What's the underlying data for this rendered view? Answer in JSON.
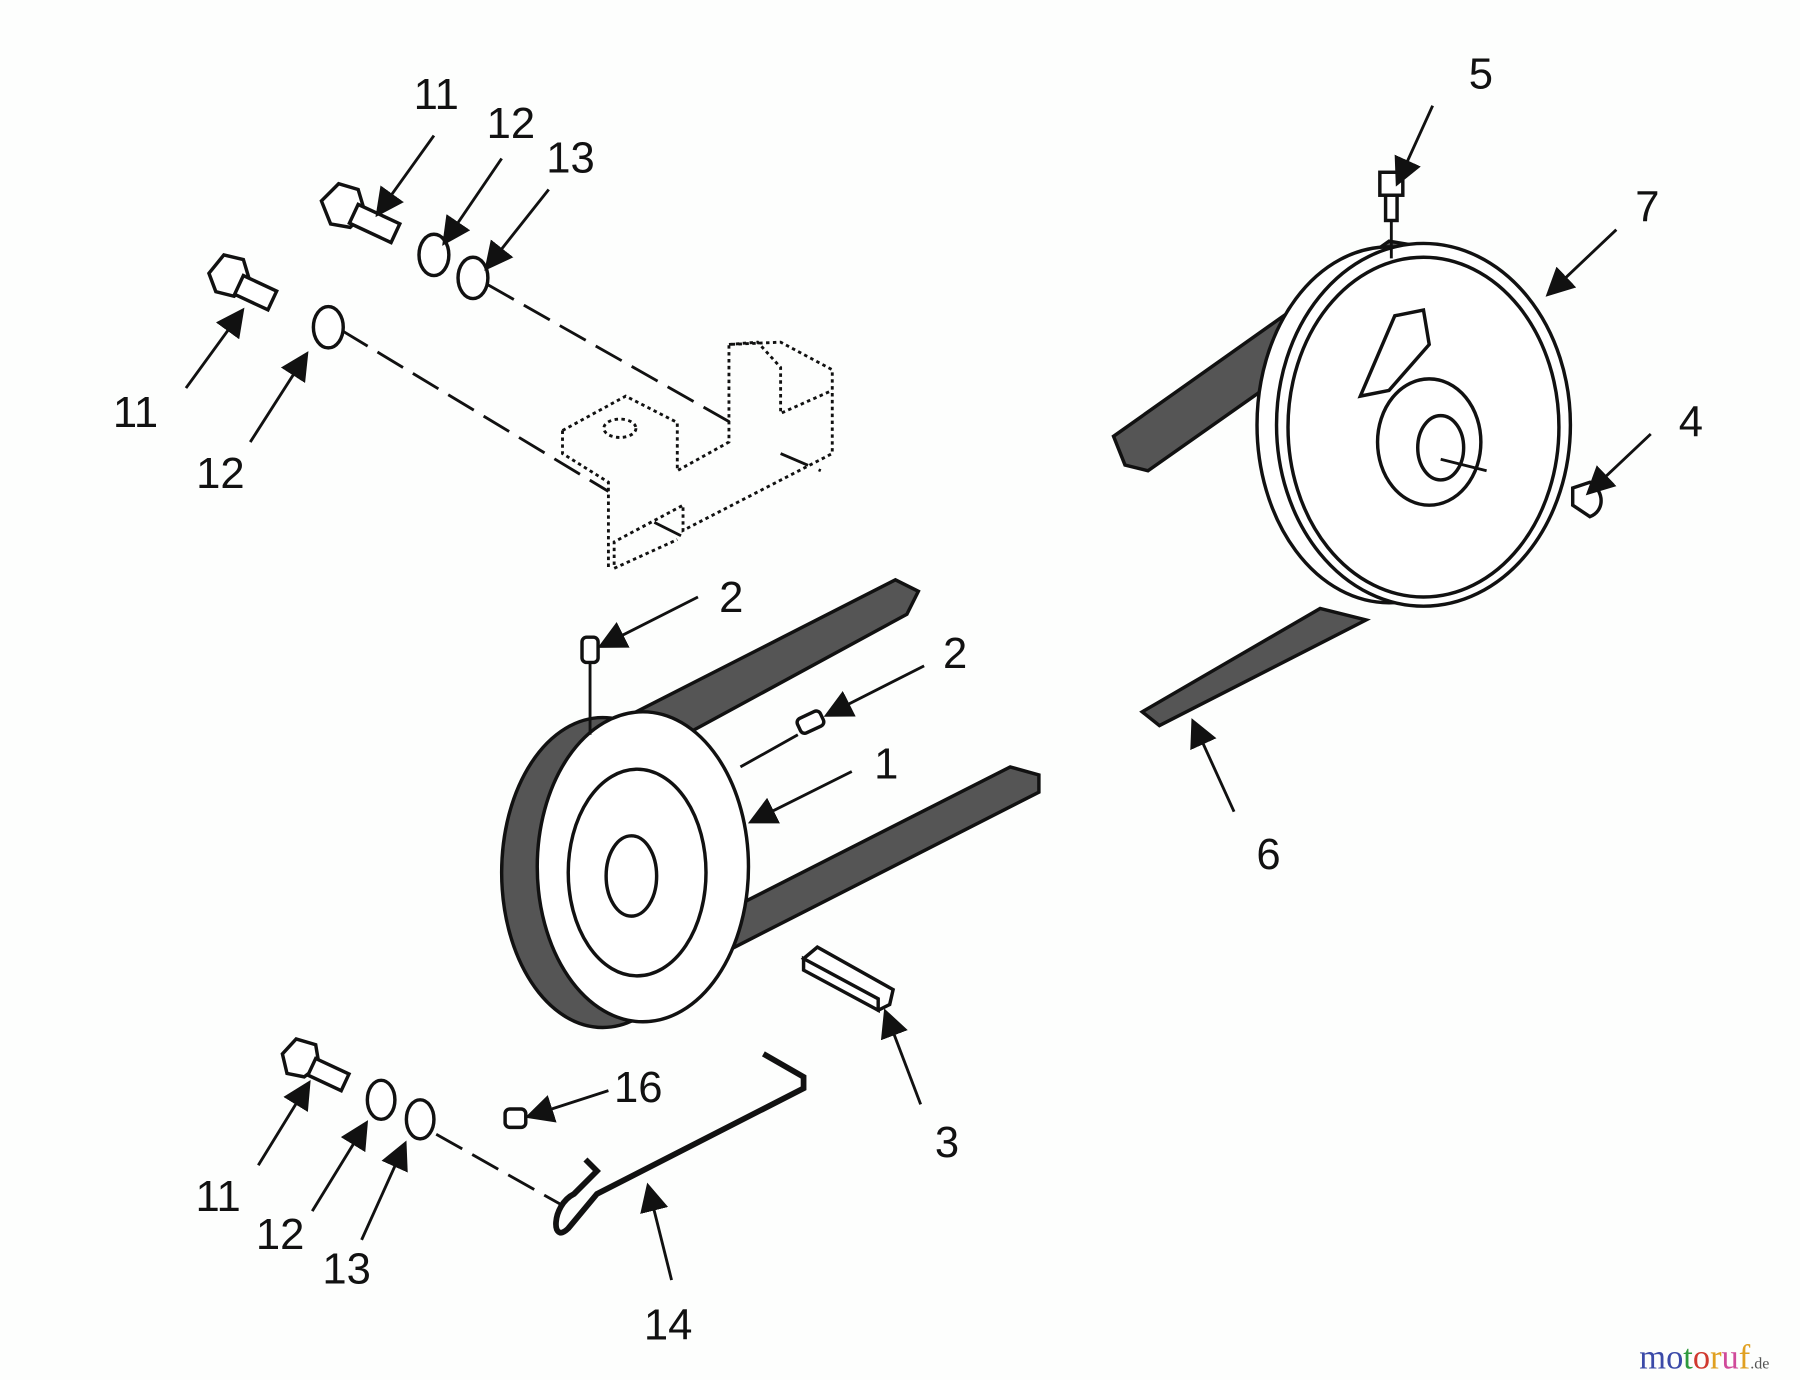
{
  "diagram": {
    "title": "DRIVE BELT AND PULLEYS",
    "callouts": [
      "11",
      "12",
      "13",
      "11",
      "12",
      "5",
      "7",
      "4",
      "2",
      "2",
      "1",
      "6",
      "3",
      "16",
      "11",
      "12",
      "13",
      "14"
    ],
    "watermark": {
      "letters": [
        "m",
        "o",
        "t",
        "o",
        "r",
        "u",
        "f"
      ],
      "suffix": ".de",
      "colors": [
        "#3b4aa8",
        "#3b4aa8",
        "#2e9a3e",
        "#d03a2f",
        "#e0a020",
        "#d04a9a",
        "#e0a020"
      ]
    }
  }
}
